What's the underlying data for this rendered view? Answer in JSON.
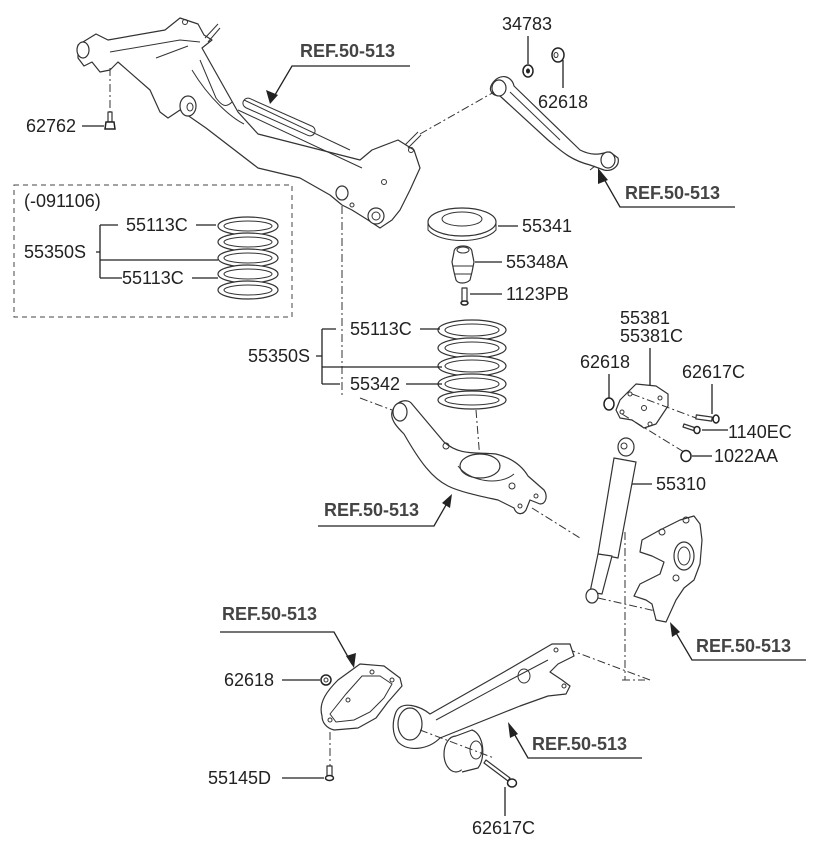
{
  "diagram": {
    "title": "Rear suspension exploded parts diagram",
    "ref_label": "REF.50-513",
    "variant_box": {
      "label": "(-091106)",
      "assembly": "55350S",
      "parts": [
        "55113C",
        "55113C"
      ]
    },
    "spring_group": {
      "assembly": "55350S",
      "parts": [
        "55113C",
        "55342"
      ]
    },
    "callouts": {
      "crossmember_ref": "REF.50-513",
      "upper_arm_ref": "REF.50-513",
      "lower_arm_ref": "REF.50-513",
      "knuckle_ref": "REF.50-513",
      "bracket_ref": "REF.50-513",
      "trailing_arm_ref": "REF.50-513",
      "bolt_crossmember": "62762",
      "washer_upper": "34783",
      "nut_upper": "62618",
      "spring_pad": "55341",
      "bump_stopper": "55348A",
      "bolt_stopper": "1123PB",
      "bracket_a": "55381",
      "bracket_b": "55381C",
      "nut_bracket": "62618",
      "bolt_bracket": "62617C",
      "bolt_1140": "1140EC",
      "nut_1022": "1022AA",
      "shock_absorber": "55310",
      "nut_trailing": "62618",
      "bolt_55145": "55145D",
      "bolt_trailing": "62617C"
    }
  }
}
